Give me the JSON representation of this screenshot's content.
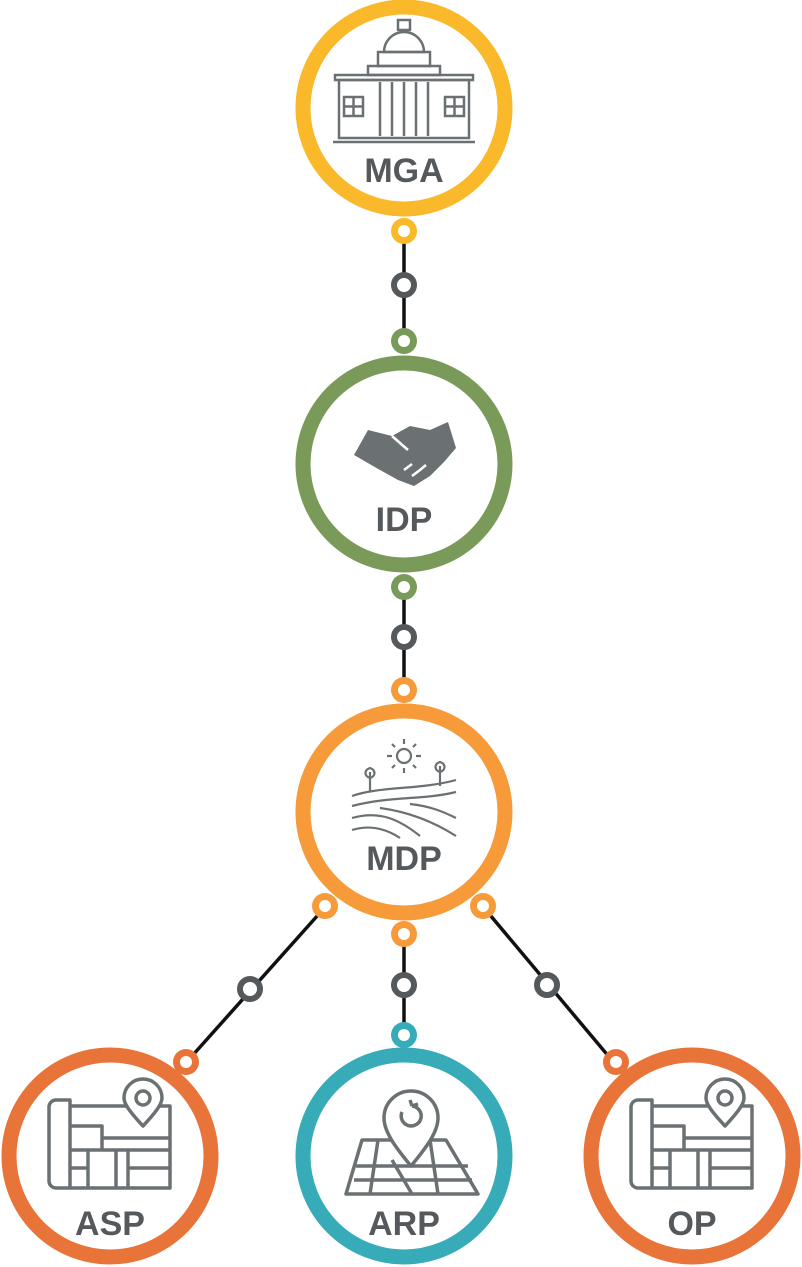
{
  "nodes": [
    {
      "id": "mga",
      "label": "MGA",
      "color": "#f9b92b",
      "icon": "government-building-icon"
    },
    {
      "id": "idp",
      "label": "IDP",
      "color": "#7a9a5a",
      "icon": "handshake-icon"
    },
    {
      "id": "mdp",
      "label": "MDP",
      "color": "#f69a3a",
      "icon": "farmland-icon"
    },
    {
      "id": "asp",
      "label": "ASP",
      "color": "#e8743a",
      "icon": "map-pin-icon"
    },
    {
      "id": "arp",
      "label": "ARP",
      "color": "#38abb9",
      "icon": "location-map-icon"
    },
    {
      "id": "op",
      "label": "OP",
      "color": "#e8743a",
      "icon": "map-pin-icon"
    }
  ],
  "colors": {
    "line": "#111111",
    "connector": "#55595c",
    "icon": "#6b7073",
    "label": "#55595c"
  }
}
